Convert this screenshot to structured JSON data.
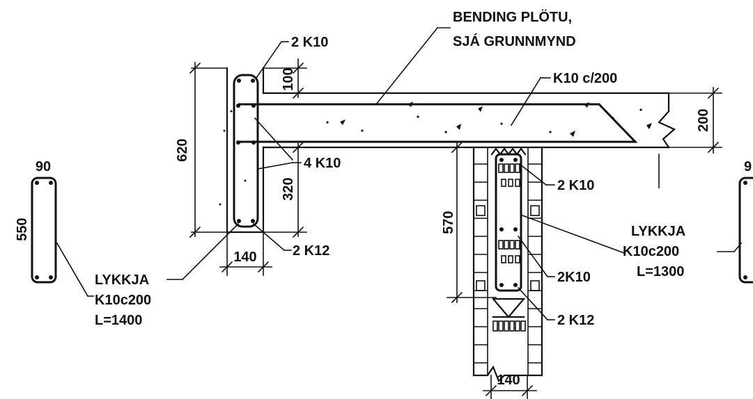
{
  "drawing": {
    "note_bending_line1": "BENDING PLÖTU,",
    "note_bending_line2": "SJÁ GRUNNMYND",
    "beam": {
      "top_bars": "2 K10",
      "side_bars": "4 K10",
      "bottom_bars": "2 K12",
      "dim_height": "620",
      "dim_top": "100",
      "dim_inner": "320",
      "dim_width": "140"
    },
    "slab": {
      "reinforcement": "K10 c/200",
      "dim_thickness": "200"
    },
    "wall": {
      "top_bars": "2 K10",
      "mid_bars": "2K10",
      "bottom_bars": "2 K12",
      "dim_height": "570",
      "dim_width": "140"
    },
    "stirrup_left": {
      "dim_width": "90",
      "dim_height": "550",
      "name": "LYKKJA",
      "spec": "K10c200",
      "length": "L=1400"
    },
    "stirrup_right": {
      "dim_width_partial": "9",
      "name": "LYKKJA",
      "spec": "K10c200",
      "length": "L=1300"
    }
  }
}
